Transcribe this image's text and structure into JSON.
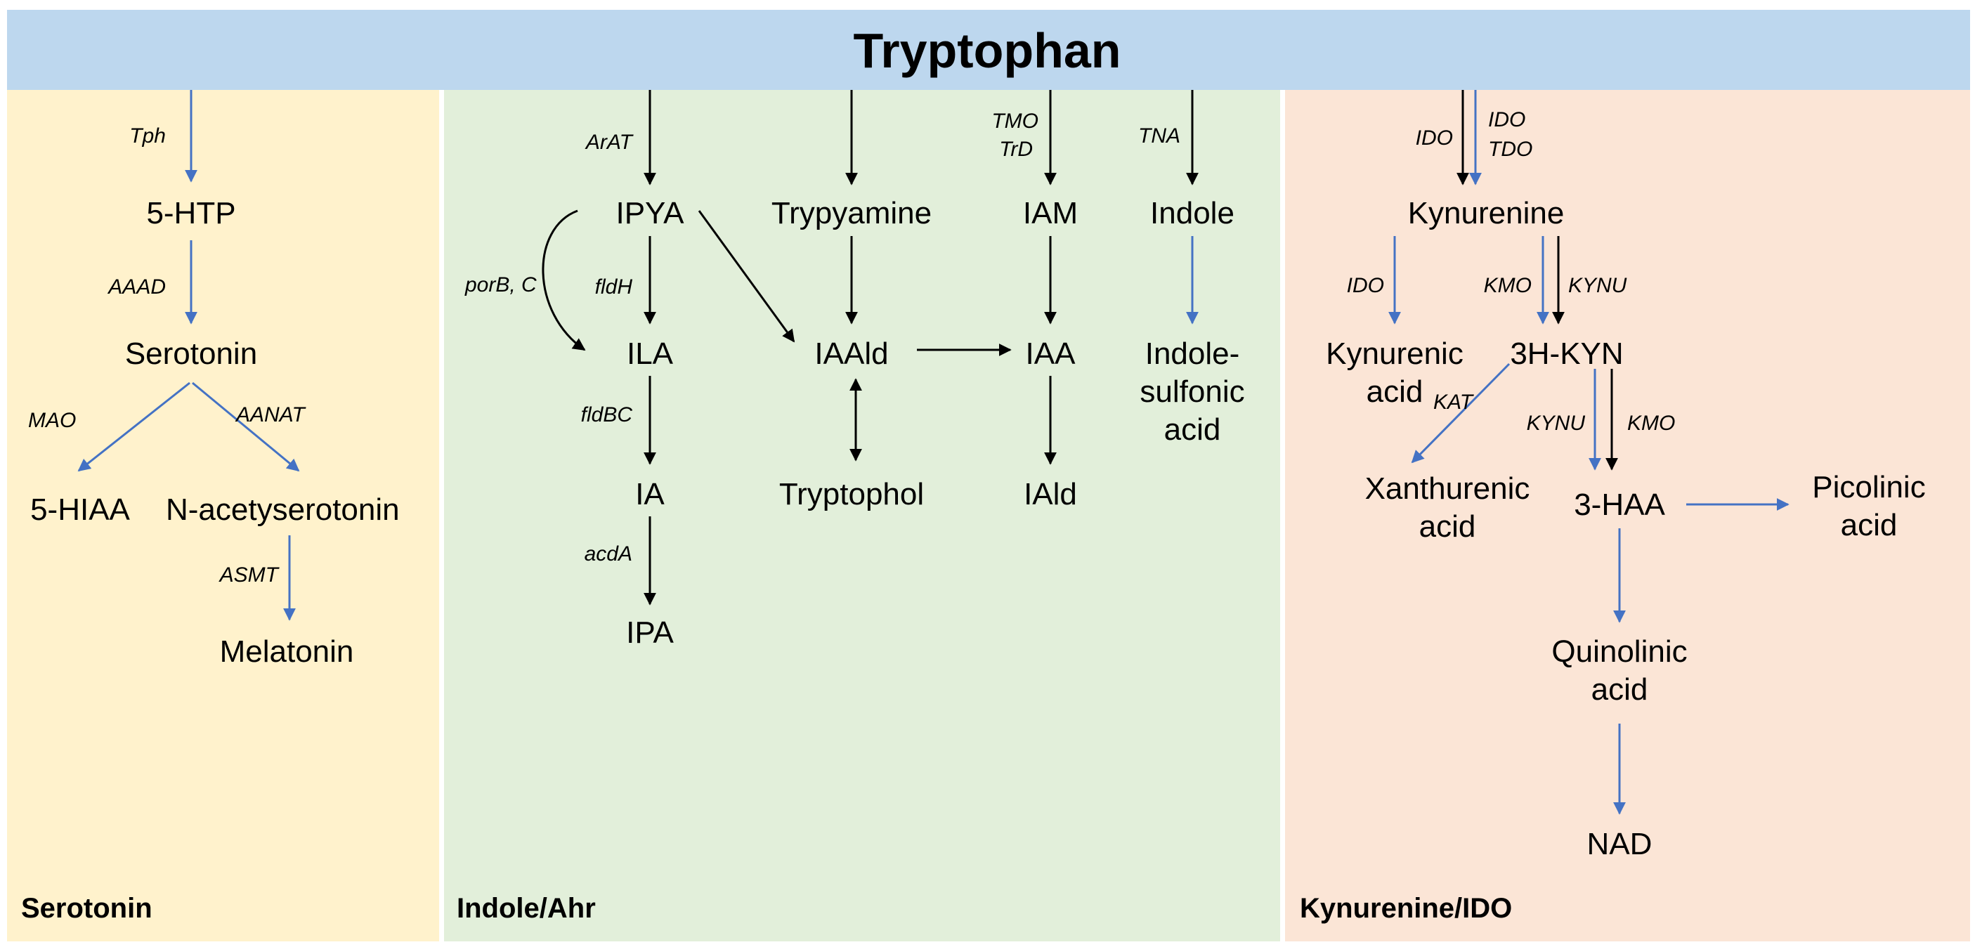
{
  "title": "Tryptophan",
  "colors": {
    "title_band": "#bdd7ee",
    "serotonin_panel": "#fff2cc",
    "indole_panel": "#e2efda",
    "kynurenine_panel": "#fbe5d6",
    "arrow_black": "#000000",
    "arrow_blue": "#4472c4"
  },
  "sections": {
    "serotonin": "Serotonin",
    "indole": "Indole/Ahr",
    "kynurenine": "Kynurenine/IDO"
  },
  "serotonin": {
    "enzyme_tph": "Tph",
    "metabolite_5htp": "5-HTP",
    "enzyme_aaad": "AAAD",
    "metabolite_serotonin": "Serotonin",
    "enzyme_mao": "MAO",
    "enzyme_aanat": "AANAT",
    "metabolite_5hiaa": "5-HIAA",
    "metabolite_nacetylserotonin": "N-acetyserotonin",
    "enzyme_asmt": "ASMT",
    "metabolite_melatonin": "Melatonin"
  },
  "indole": {
    "enzyme_arat": "ArAT",
    "metabolite_ipya": "IPYA",
    "enzyme_porbc": "porB, C",
    "enzyme_fldh": "fldH",
    "metabolite_ila": "ILA",
    "enzyme_fldbc": "fldBC",
    "metabolite_ia": "IA",
    "enzyme_acda": "acdA",
    "metabolite_ipa": "IPA",
    "metabolite_trypyamine": "Trypyamine",
    "metabolite_iaald": "IAAld",
    "metabolite_tryptophol": "Tryptophol",
    "enzyme_tmo": "TMO",
    "enzyme_trd": "TrD",
    "metabolite_iam": "IAM",
    "metabolite_iaa": "IAA",
    "metabolite_iald": "IAld",
    "enzyme_tna": "TNA",
    "metabolite_indole": "Indole",
    "metabolite_indolesulfonic_1": "Indole-",
    "metabolite_indolesulfonic_2": "sulfonic",
    "metabolite_indolesulfonic_3": "acid"
  },
  "kynurenine": {
    "enzyme_ido_black": "IDO",
    "enzyme_ido_blue": "IDO",
    "enzyme_tdo": "TDO",
    "metabolite_kynurenine": "Kynurenine",
    "enzyme_ido_kyna": "IDO",
    "enzyme_kmo_blue": "KMO",
    "enzyme_kynu_black": "KYNU",
    "metabolite_kynurenic_1": "Kynurenic",
    "metabolite_kynurenic_2": "acid",
    "metabolite_3hkyn": "3H-KYN",
    "enzyme_kat": "KAT",
    "enzyme_kynu_blue": "KYNU",
    "enzyme_kmo_black": "KMO",
    "metabolite_xanthurenic_1": "Xanthurenic",
    "metabolite_xanthurenic_2": "acid",
    "metabolite_3haa": "3-HAA",
    "metabolite_picolinic_1": "Picolinic",
    "metabolite_picolinic_2": "acid",
    "metabolite_quinolinic_1": "Quinolinic",
    "metabolite_quinolinic_2": "acid",
    "metabolite_nad": "NAD"
  }
}
